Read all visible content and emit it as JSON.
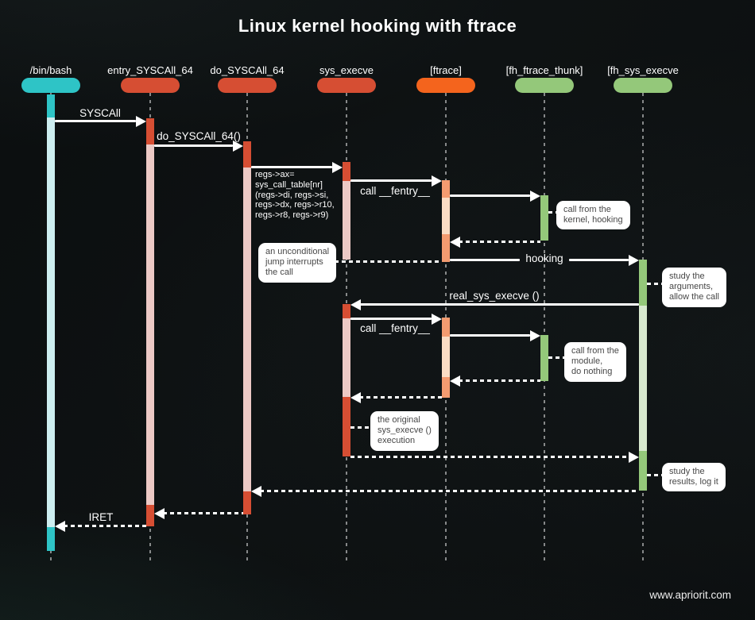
{
  "title": "Linux kernel hooking with ftrace",
  "footer": {
    "website": "www.apriorit.com"
  },
  "colors": {
    "background": "#0c0f10",
    "teal": "#2ec4c6",
    "teal_pale": "#cdeef0",
    "red": "#d64e33",
    "red_pale": "#ecc9c5",
    "orange": "#f4641d",
    "orange_bar": "#f49b70",
    "orange_pale": "#fbdcc4",
    "green": "#94c87a",
    "green_pale": "#d8e9cf",
    "arrow": "#ffffff",
    "note_bg": "#ffffff",
    "note_text": "#474747"
  },
  "lifelines": [
    {
      "label": "/bin/bash"
    },
    {
      "label": "entry_SYSCAll_64"
    },
    {
      "label": "do_SYSCAll_64"
    },
    {
      "label": "sys_execve"
    },
    {
      "label": "[ftrace]"
    },
    {
      "label": "[fh_ftrace_thunk]"
    },
    {
      "label": "[fh_sys_execve"
    }
  ],
  "messages": {
    "syscall": "SYSCAll",
    "do_syscall": "do_SYSCAll_64()",
    "regs": "regs->ax=\nsys_call_table[nr]\n(regs->di, regs->si,\nregs->dx, regs->r10,\nregs->r8, regs->r9)",
    "call_fentry_1": "call __fentry__",
    "hooking": "hooking",
    "real_sys_execve": "real_sys_execve ()",
    "call_fentry_2": "call __fentry__",
    "iret": "IRET"
  },
  "notes": {
    "kernel_hooking": "call from the\nkernel, hooking",
    "unconditional_jump": "an unconditional\njump interrupts\nthe call",
    "study_arguments": "study the\narguments,\nallow the call",
    "module_nothing": "call from the\nmodule,\ndo nothing",
    "original_execution": "the original\nsys_execve ()\nexecution",
    "study_results": "study the\nresults, log it"
  }
}
